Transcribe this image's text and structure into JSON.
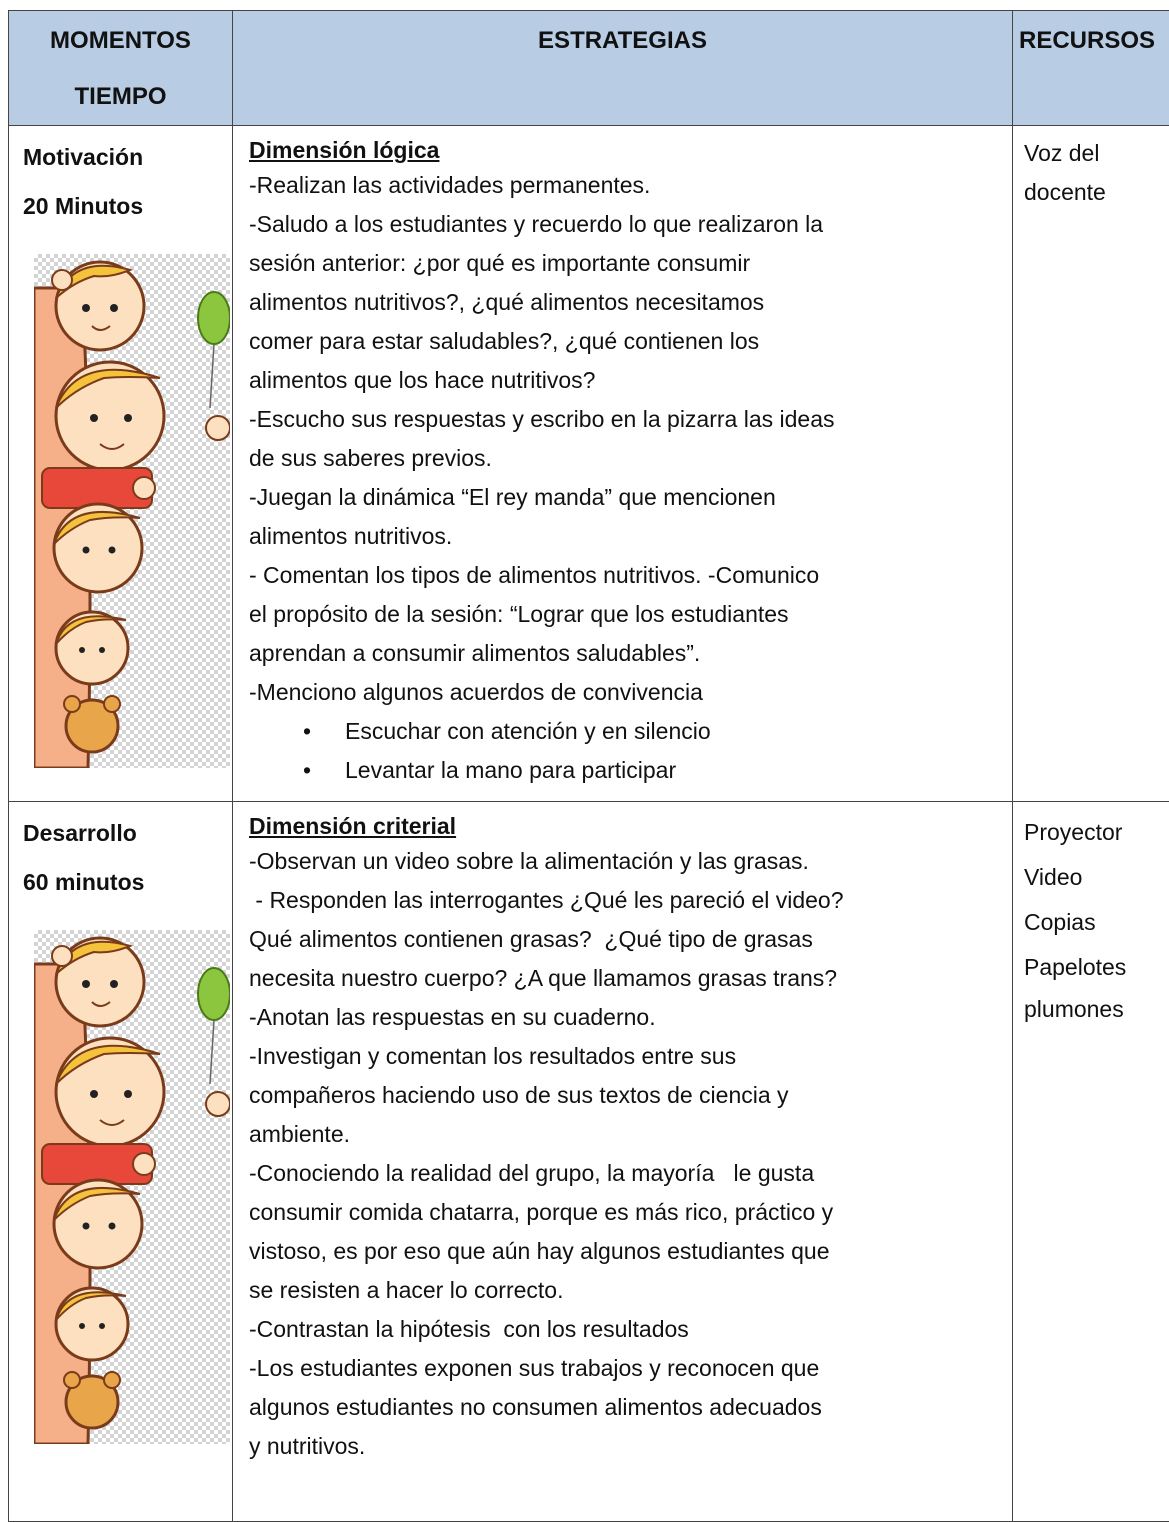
{
  "header": {
    "moment_line1": "MOMENTOS",
    "moment_line2": "TIEMPO",
    "strategies": "ESTRATEGIAS",
    "resources": "RECURSOS"
  },
  "rows": [
    {
      "moment": "Motivación",
      "time": "20 Minutos",
      "illustration": "children-peeking-illustration",
      "dimension": "Dimensión lógica",
      "lines": [
        "-Realizan las actividades permanentes.",
        "-Saludo a los estudiantes y recuerdo lo que realizaron la",
        "sesión anterior: ¿por qué es importante consumir",
        "alimentos nutritivos?, ¿qué alimentos necesitamos",
        "comer para estar saludables?, ¿qué contienen los",
        "alimentos que los hace nutritivos?",
        "-Escucho sus respuestas y escribo en la pizarra las ideas",
        "de sus saberes previos.",
        "-Juegan la dinámica “El rey manda” que mencionen",
        "alimentos nutritivos.",
        "- Comentan los tipos de alimentos nutritivos. -Comunico",
        "el propósito de la sesión: “Lograr que los estudiantes",
        "aprendan a consumir alimentos saludables”.",
        "-Menciono algunos acuerdos de convivencia"
      ],
      "bullets": [
        "Escuchar con atención y en silencio",
        "Levantar la mano para participar"
      ],
      "resources": [
        "Voz del",
        "docente"
      ]
    },
    {
      "moment": "Desarrollo",
      "time": "60 minutos",
      "illustration": "children-peeking-illustration",
      "dimension": "Dimensión criterial",
      "lines": [
        "-Observan un video sobre la alimentación y las grasas.",
        " - Responden las interrogantes ¿Qué les pareció el video?",
        "Qué alimentos contienen grasas?  ¿Qué tipo de grasas",
        "necesita nuestro cuerpo? ¿A que llamamos grasas trans?",
        "-Anotan las respuestas en su cuaderno.",
        "-Investigan y comentan los resultados entre sus",
        "compañeros haciendo uso de sus textos de ciencia y",
        "ambiente.",
        "-Conociendo la realidad del grupo, la mayoría   le gusta",
        "consumir comida chatarra, porque es más rico, práctico y",
        "vistoso, es por eso que aún hay algunos estudiantes que",
        "se resisten a hacer lo correcto.",
        "-Contrastan la hipótesis  con los resultados",
        "-Los estudiantes exponen sus trabajos y reconocen que",
        "algunos estudiantes no consumen alimentos adecuados",
        "y nutritivos."
      ],
      "bullets": [],
      "resources": [
        "Proyector",
        "Video",
        "Copias",
        "Papelotes",
        "plumones"
      ]
    }
  ]
}
